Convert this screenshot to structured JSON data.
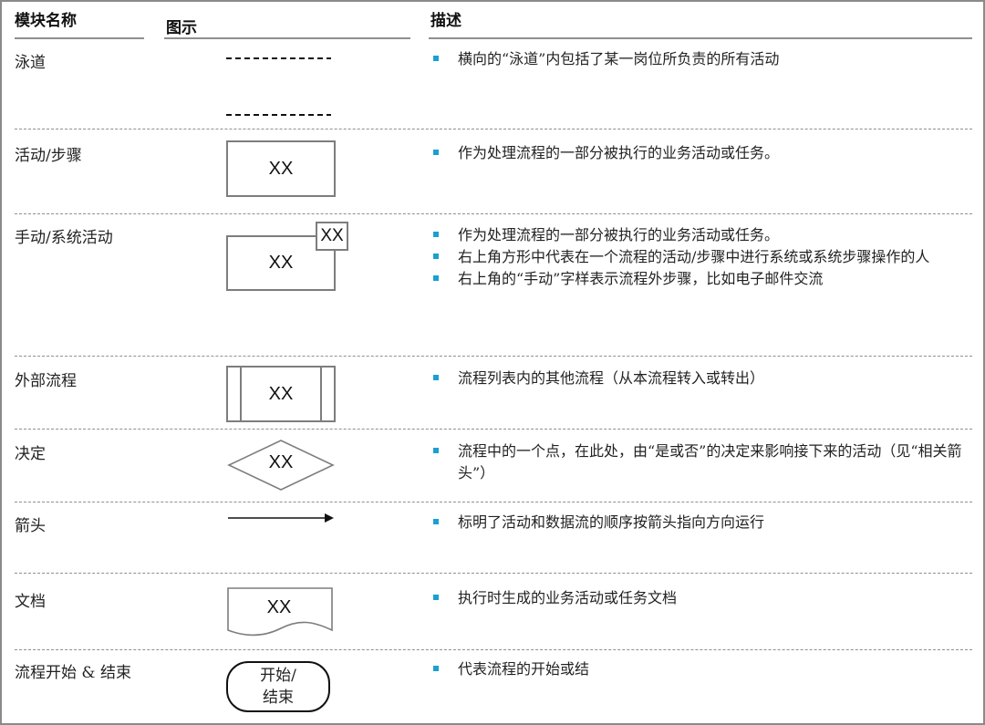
{
  "headers": {
    "module_name": "模块名称",
    "figure": "图示",
    "description": "描述"
  },
  "bullet_color": "#1aa0d0",
  "rows": [
    {
      "name": "泳道",
      "shape": "swimlane-dashed-lines",
      "descriptions": [
        "横向的“泳道”内包括了某一岗位所负责的所有活动"
      ]
    },
    {
      "name": "活动/步骤",
      "shape": "rectangle",
      "label": "XX",
      "descriptions": [
        "作为处理流程的一部分被执行的业务活动或任务。"
      ]
    },
    {
      "name": "手动/系统活动",
      "shape": "rectangle-with-corner-box",
      "label": "XX",
      "corner_label": "XX",
      "descriptions": [
        "作为处理流程的一部分被执行的业务活动或任务。",
        "右上角方形中代表在一个流程的活动/步骤中进行系统或系统步骤操作的人",
        "右上角的“手动”字样表示流程外步骤，比如电子邮件交流"
      ]
    },
    {
      "name": "外部流程",
      "shape": "predefined-process",
      "label": "XX",
      "descriptions": [
        "流程列表内的其他流程（从本流程转入或转出）"
      ]
    },
    {
      "name": "决定",
      "shape": "diamond",
      "label": "XX",
      "descriptions": [
        "流程中的一个点，在此处，由“是或否”的决定来影响接下来的活动（见“相关箭头”）"
      ]
    },
    {
      "name": "箭头",
      "shape": "arrow",
      "descriptions": [
        "标明了活动和数据流的顺序按箭头指向方向运行"
      ]
    },
    {
      "name": "文档",
      "shape": "document",
      "label": "XX",
      "descriptions": [
        "执行时生成的业务活动或任务文档"
      ]
    },
    {
      "name": "流程开始 & 结束",
      "shape": "terminator",
      "label_line1": "开始/",
      "label_line2": "结束",
      "descriptions": [
        "代表流程的开始或结"
      ]
    }
  ]
}
